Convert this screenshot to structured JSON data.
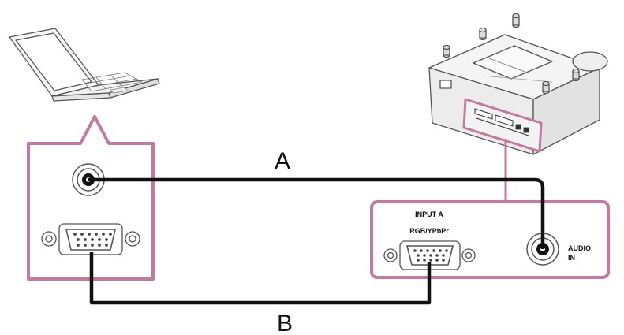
{
  "cables": {
    "a_label": "A",
    "b_label": "B"
  },
  "projector_panel": {
    "input_label_line1": "INPUT A",
    "input_label_line2": "RGB/YPbPr",
    "audio_label_line1": "AUDIO",
    "audio_label_line2": "IN"
  },
  "colors": {
    "panel_border": "#c47aa0",
    "cable": "#111111",
    "device_outline": "#555555"
  }
}
